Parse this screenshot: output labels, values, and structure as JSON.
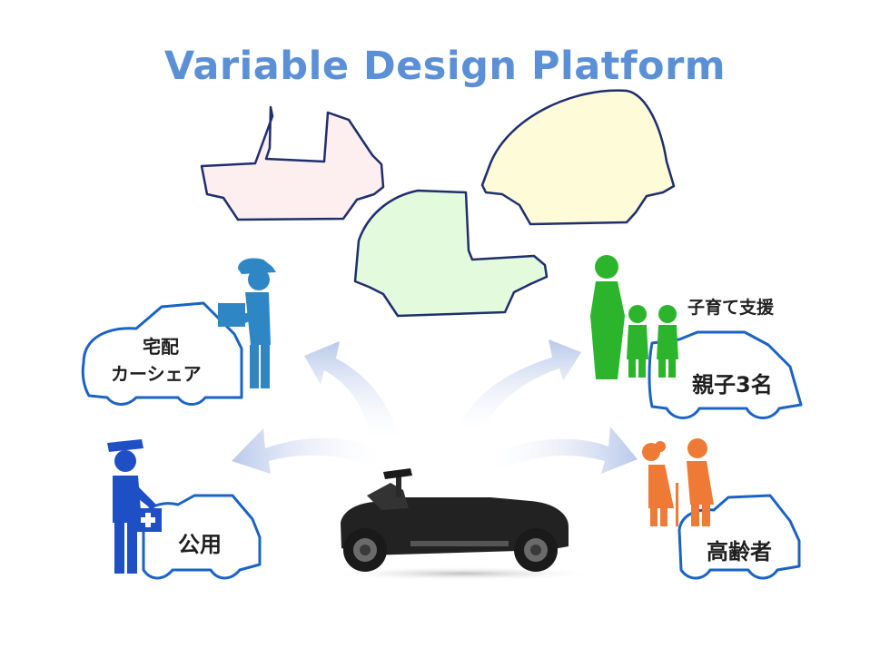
{
  "title": "Variable Design Platform",
  "labels": {
    "delivery_line1": "宅配",
    "delivery_line2": "カーシェア",
    "public": "公用",
    "childcare": "子育て支援",
    "parent_child": "親子3名",
    "elderly": "高齢者"
  },
  "colors": {
    "title": "#5b8fd6",
    "car_outline": "#1a63c5",
    "body_outline": "#1f2f6e",
    "body_pink": "#fdeef0",
    "body_green": "#e4fadc",
    "body_yellow": "#fdfbd8",
    "worker_blue": "#2f86c4",
    "police_blue": "#1f4fc4",
    "family_green": "#2cb52c",
    "elderly_orange": "#ee7a35",
    "arrow": "#c9d6ee"
  },
  "icons": [
    "delivery-worker-icon",
    "public-official-icon",
    "family-icon",
    "elderly-couple-icon",
    "skateboard-chassis-icon"
  ]
}
